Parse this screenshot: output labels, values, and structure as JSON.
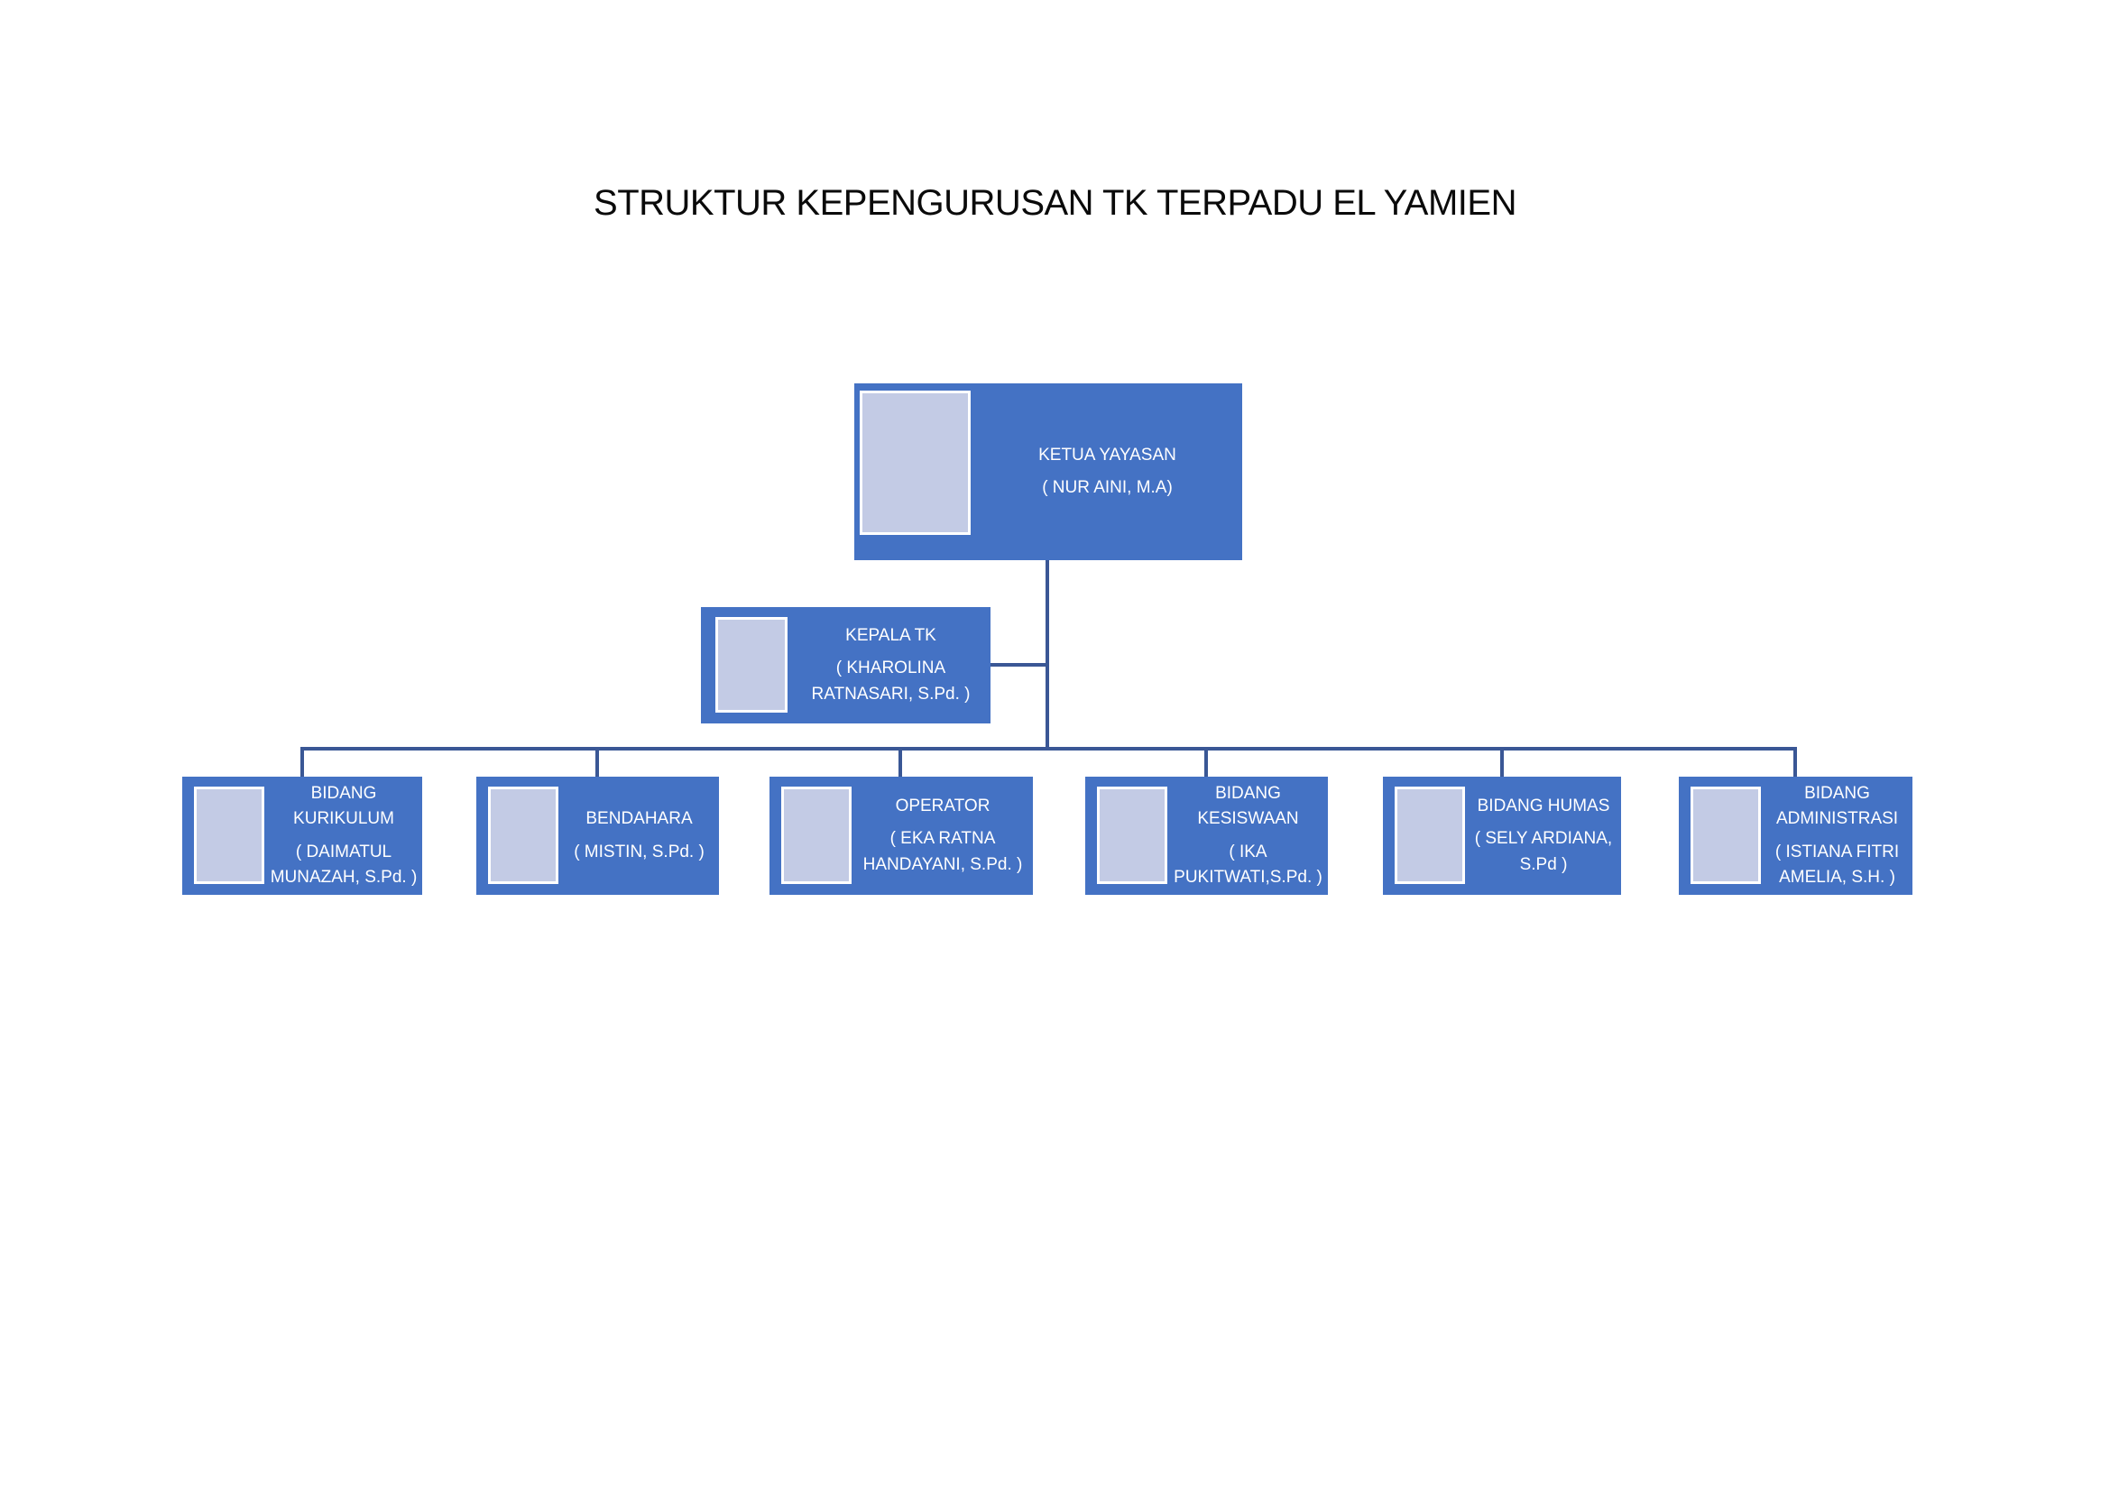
{
  "title": "STRUKTUR KEPENGURUSAN TK TERPADU EL YAMIEN",
  "colors": {
    "box_fill": "#4472C4",
    "connector": "#3A5795",
    "photo_fill": "#C3CBE5",
    "box_text": "#FFFFFF",
    "title_text": "#0A0A0A"
  },
  "nodes": {
    "root": {
      "role": "KETUA YAYASAN",
      "name": "( NUR AINI, M.A)"
    },
    "kepala": {
      "role": "KEPALA TK",
      "name": "( KHAROLINA RATNASARI, S.Pd. )"
    },
    "departments": [
      {
        "role": "BIDANG KURIKULUM",
        "name": "( DAIMATUL MUNAZAH, S.Pd. )"
      },
      {
        "role": "BENDAHARA",
        "name": "( MISTIN, S.Pd. )"
      },
      {
        "role": "OPERATOR",
        "name": "( EKA RATNA HANDAYANI, S.Pd. )"
      },
      {
        "role": "BIDANG KESISWAAN",
        "name": "( IKA PUKITWATI,S.Pd. )"
      },
      {
        "role": "BIDANG HUMAS",
        "name": "( SELY ARDIANA, S.Pd )"
      },
      {
        "role": "BIDANG ADMINISTRASI",
        "name": "( ISTIANA FITRI AMELIA, S.H. )"
      }
    ]
  }
}
